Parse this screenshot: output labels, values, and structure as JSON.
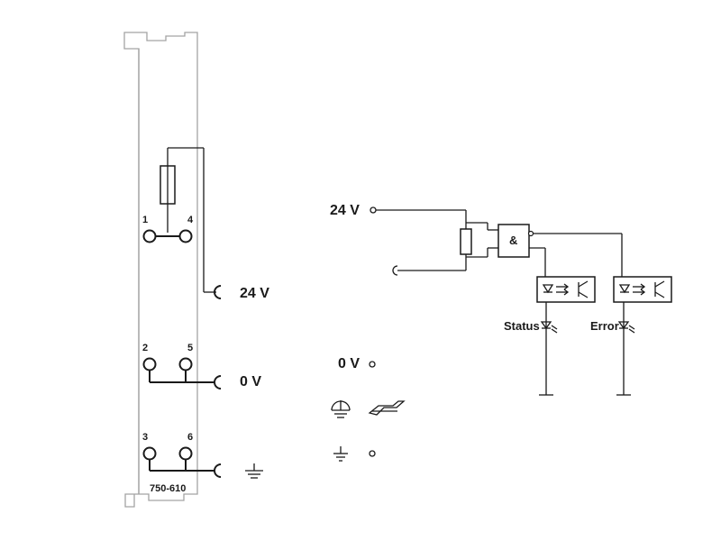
{
  "module": {
    "part_number": "750-610",
    "terminal_numbers": [
      "1",
      "4",
      "2",
      "5",
      "3",
      "6"
    ],
    "outputs": {
      "supply_label": "24 V",
      "zero_label": "0 V"
    }
  },
  "schematic": {
    "supply_label": "24 V",
    "zero_label": "0 V",
    "gate_label": "&",
    "status_label": "Status",
    "error_label": "Error"
  }
}
